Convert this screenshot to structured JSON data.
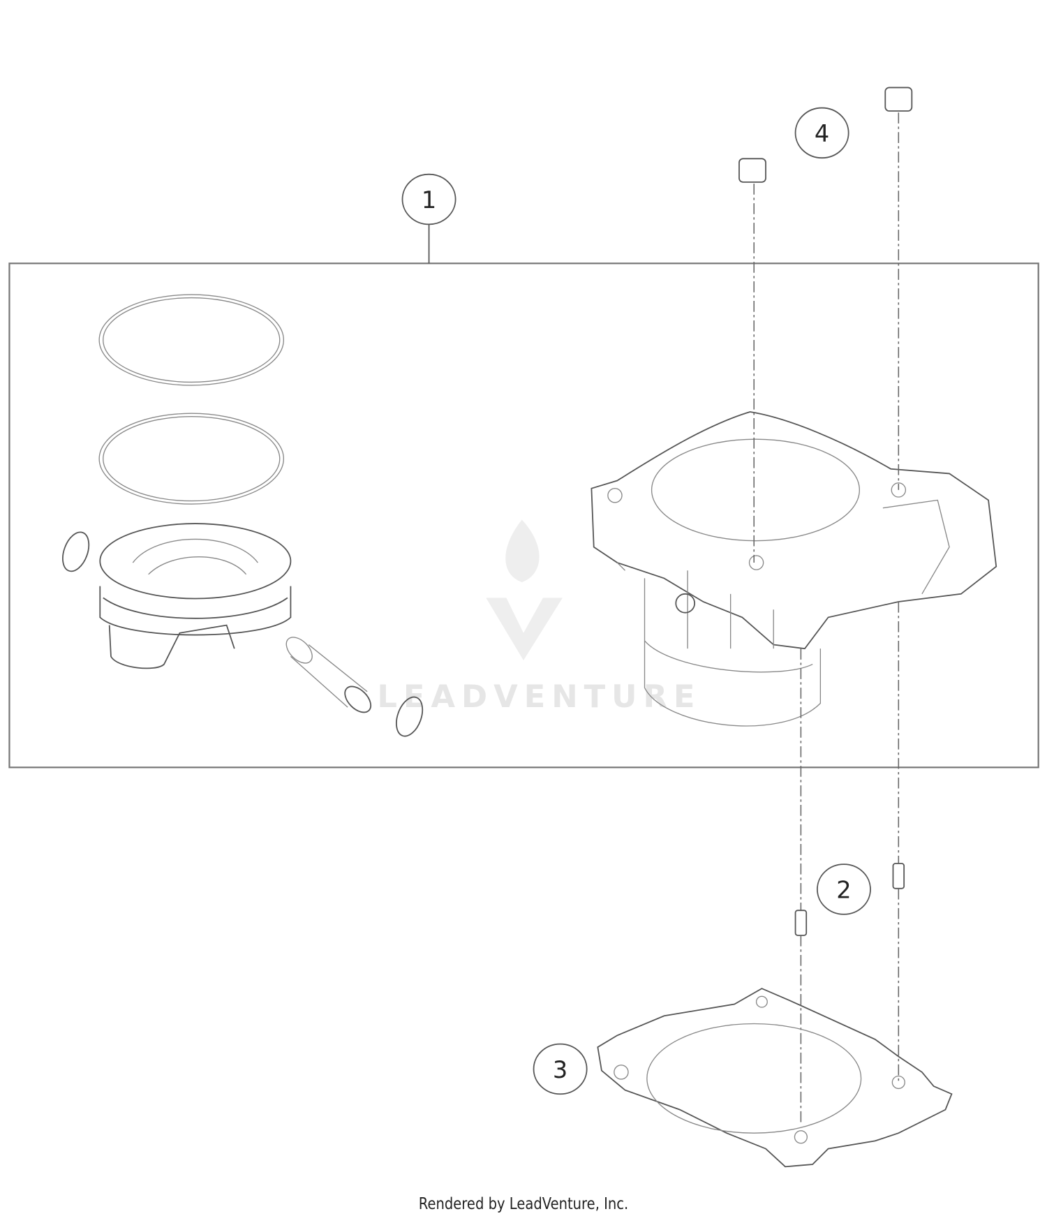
{
  "diagram": {
    "callouts": [
      {
        "label": "1",
        "part": "cylinder-piston-kit"
      },
      {
        "label": "2",
        "part": "dowel-sleeve"
      },
      {
        "label": "3",
        "part": "cylinder-base-gasket"
      },
      {
        "label": "4",
        "part": "cylinder-head-dowel"
      }
    ],
    "watermark": "LEADVENTURE",
    "colors": {
      "line": "#555555",
      "watermark": "#e6e6e6"
    }
  },
  "footer": {
    "text": "Rendered by LeadVenture, Inc."
  }
}
